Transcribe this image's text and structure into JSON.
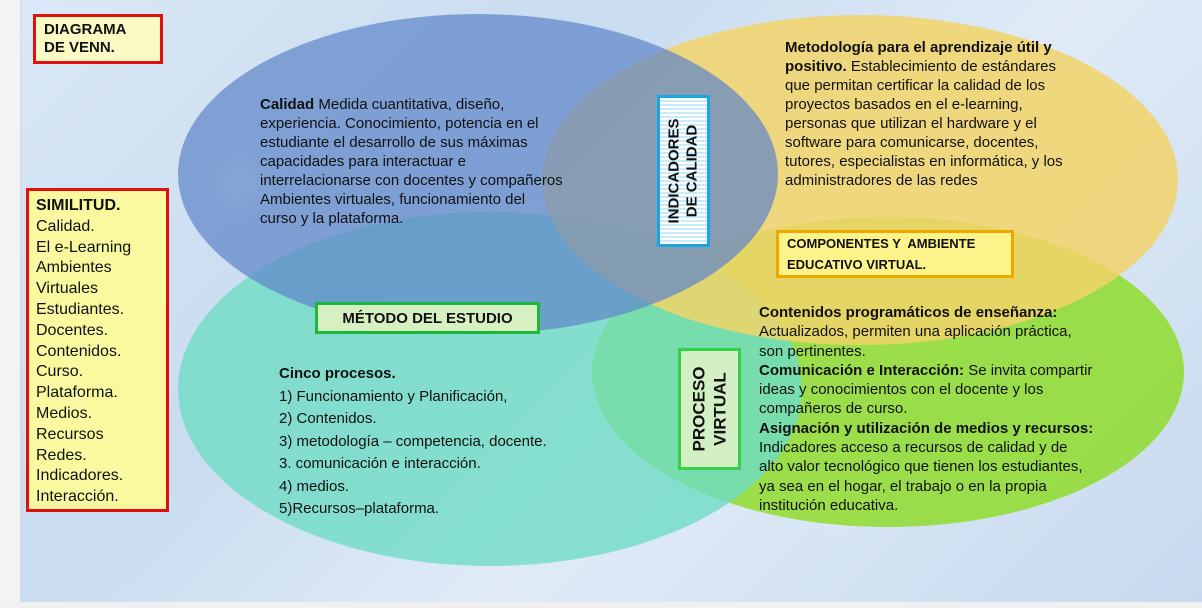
{
  "title": "DIAGRAMA\nDE VENN.",
  "similitud": {
    "heading": "SIMILITUD.",
    "items": [
      "Calidad.",
      "El  e-Learning",
      "Ambientes",
      "Virtuales",
      "Estudiantes.",
      "Docentes.",
      "Contenidos.",
      "Curso.",
      "Plataforma.",
      "Medios.",
      "Recursos",
      "Redes.",
      "Indicadores.",
      "Interacción."
    ]
  },
  "circles": {
    "top_left": {
      "bold": "Calidad",
      "text": " Medida cuantitativa, diseño, experiencia. Conocimiento, potencia en el estudiante el desarrollo de sus máximas capacidades para interactuar e interrelacionarse con docentes y compañeros Ambientes virtuales, funcionamiento del curso y la plataforma."
    },
    "top_right": {
      "bold": "Metodología para el aprendizaje útil y positivo.",
      "text": " Establecimiento de estándares que permitan certificar la calidad de los proyectos basados en el e-learning, personas que utilizan el hardware y el software para comunicarse, docentes, tutores, especialistas en informática, y los administradores de las redes"
    },
    "bottom_left": {
      "heading": "Cinco procesos.",
      "items": [
        "1) Funcionamiento y Planificación,",
        "2) Contenidos.",
        "3) metodología – competencia, docente.",
        "3. comunicación e interacción.",
        "4) medios.",
        "5)Recursos–plataforma."
      ]
    },
    "bottom_right": {
      "b1": "Contenidos programáticos de enseñanza:",
      "t1": " Actualizados, permiten una aplicación práctica, son pertinentes.",
      "b2": "Comunicación e Interacción:",
      "t2": " Se  invita compartir ideas y conocimientos con el docente y los compañeros de curso.",
      "b3": "Asignación y utilización de medios y recursos:",
      "t3": " Indicadores acceso a recursos de calidad y de alto valor tecnológico que tienen los estudiantes, ya sea en el hogar, el trabajo o en la propia institución educativa."
    }
  },
  "labels": {
    "indicadores": "INDICADORES\nDE CALIDAD",
    "metodo": "MÉTODO DEL ESTUDIO",
    "componentes": "COMPONENTES Y  AMBIENTE\nEDUCATIVO VIRTUAL.",
    "proceso": "PROCESO\nVIRTUAL"
  },
  "colors": {
    "blue_circle": "#5f86c9",
    "yellow_circle": "#f2d469",
    "teal_circle": "#6fdcc4",
    "green_circle": "#8fdc2c",
    "red_border": "#e01010",
    "green_border": "#1db83a",
    "cyan_border": "#1aa6e0",
    "orange_border": "#f0a800"
  }
}
